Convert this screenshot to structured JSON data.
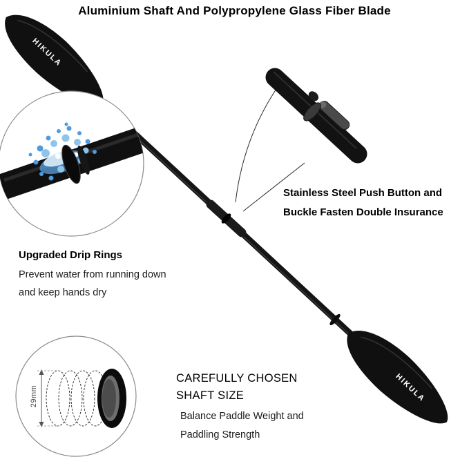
{
  "title": "Aluminium Shaft And Polypropylene Glass Fiber Blade",
  "brand": "HIKULA",
  "callouts": {
    "push_button": {
      "line1": "Stainless Steel Push Button and",
      "line2": "Buckle Fasten Double Insurance"
    },
    "drip_rings": {
      "heading": "Upgraded Drip Rings",
      "line1": "Prevent water from running down",
      "line2": "and keep hands dry"
    },
    "shaft_size": {
      "heading1": "CAREFULLY CHOSEN",
      "heading2": "SHAFT SIZE",
      "line1": "Balance Paddle Weight and",
      "line2": "Paddling Strength"
    },
    "dimension_label": "29mm"
  },
  "colors": {
    "paddle_black": "#121212",
    "water_blue": "#4d9be0",
    "text_black": "#000000"
  }
}
